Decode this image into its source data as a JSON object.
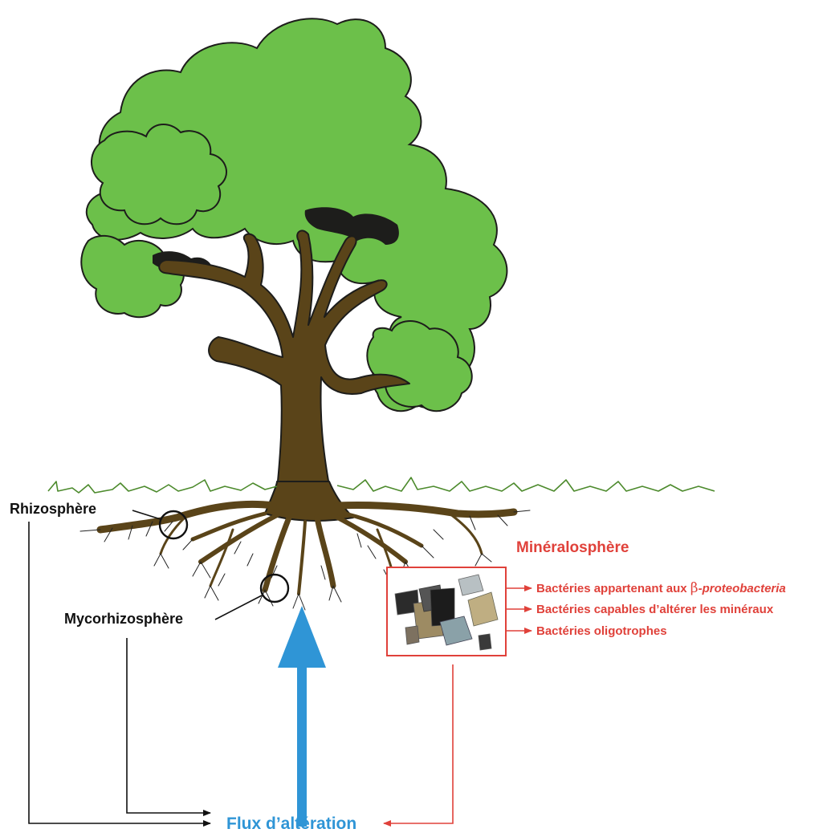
{
  "labels": {
    "rhizosphere": "Rhizosphère",
    "mycorhizosphere": "Mycorhizosphère",
    "mineralosphere": "Minéralosphère",
    "flux": "Flux d’altération"
  },
  "bacteria": {
    "item1_prefix": "Bactéries appartenant aux ",
    "item1_greek": "β",
    "item1_taxon": "-proteobacteria",
    "item2": "Bactéries capables d’altérer les minéraux",
    "item3": "Bactéries oligotrophes"
  },
  "colors": {
    "foliage": "#6cc04a",
    "wood": "#5a4419",
    "grass": "#4c8a2c",
    "mineralosphere": "#e0413a",
    "flux": "#2f95d6",
    "outline": "#1d1d1b"
  },
  "icons": {
    "tree": "tree-illustration",
    "minerals": "mineral-fragments-image",
    "flux_arrow": "up-arrow-icon"
  }
}
